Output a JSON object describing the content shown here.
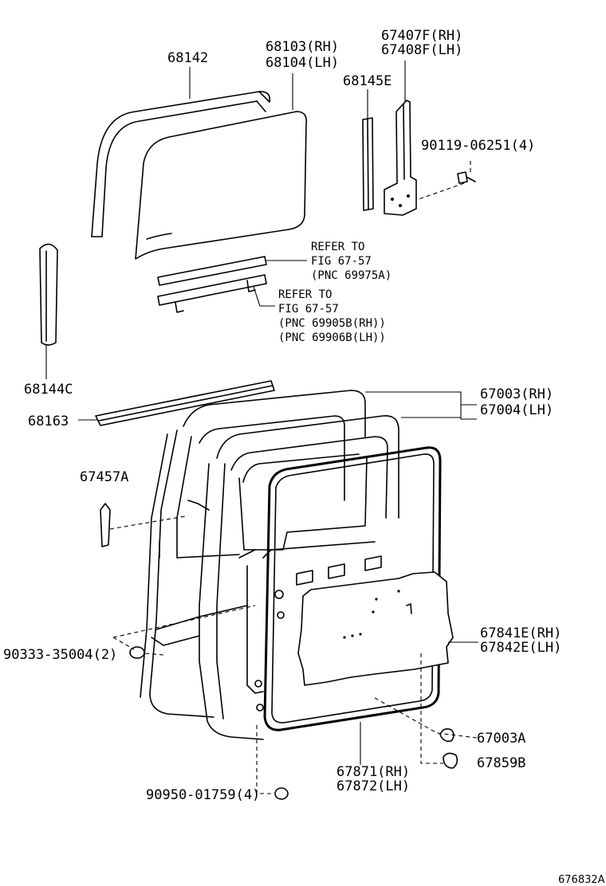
{
  "labels": {
    "p68142": "68142",
    "p68103": "68103(RH)",
    "p68104": "68104(LH)",
    "p67407f": "67407F(RH)",
    "p67408f": "67408F(LH)",
    "p68145e": "68145E",
    "p90119": "90119-06251(4)",
    "ref1_a": "REFER TO",
    "ref1_b": "FIG 67-57",
    "ref1_c": "(PNC 69975A)",
    "ref2_a": "REFER TO",
    "ref2_b": "FIG 67-57",
    "ref2_c": "(PNC 69905B(RH))",
    "ref2_d": "(PNC 69906B(LH))",
    "p68144c": "68144C",
    "p68163": "68163",
    "p67003": "67003(RH)",
    "p67004": "67004(LH)",
    "p67457a": "67457A",
    "p90333": "90333-35004(2)",
    "p67841e": "67841E(RH)",
    "p67842e": "67842E(LH)",
    "p67003a": "67003A",
    "p67859b": "67859B",
    "p67871": "67871(RH)",
    "p67872": "67872(LH)",
    "p90950": "90950-01759(4)",
    "figure_id": "676832A"
  }
}
